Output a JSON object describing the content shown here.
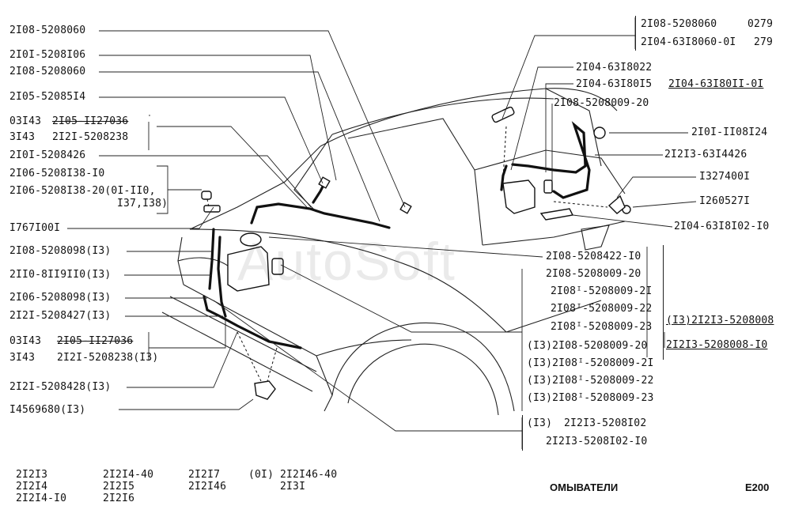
{
  "title": "ОМЫВАТЕЛИ",
  "page_code": "E200",
  "watermark": "AutoSoft",
  "left_labels": [
    {
      "id": "l1",
      "text": "2I08-5208060"
    },
    {
      "id": "l2",
      "text": "2I0I-5208I06"
    },
    {
      "id": "l3",
      "text": "2I08-5208060"
    },
    {
      "id": "l4",
      "text": "2I05-52085I4"
    },
    {
      "id": "l5a",
      "text": "03I43"
    },
    {
      "id": "l5b",
      "text": "2I05-II27036"
    },
    {
      "id": "l6a",
      "text": "3I43"
    },
    {
      "id": "l6b",
      "text": "2I2I-5208238"
    },
    {
      "id": "l7",
      "text": "2I0I-5208426"
    },
    {
      "id": "l8",
      "text": "2I06-5208I38-I0"
    },
    {
      "id": "l9",
      "text": "2I06-5208I38-20(0I-II0,"
    },
    {
      "id": "l9b",
      "text": "I37,I38)"
    },
    {
      "id": "l10",
      "text": "I767I00I"
    },
    {
      "id": "l11",
      "text": "2I08-5208098(I3)"
    },
    {
      "id": "l12",
      "text": "2II0-8II9II0(I3)"
    },
    {
      "id": "l13",
      "text": "2I06-5208098(I3)"
    },
    {
      "id": "l14",
      "text": "2I2I-5208427(I3)"
    },
    {
      "id": "l15a",
      "text": "03I43"
    },
    {
      "id": "l15b",
      "text": "2I05-II27036"
    },
    {
      "id": "l16a",
      "text": "3I43"
    },
    {
      "id": "l16b",
      "text": "2I2I-5208238(I3)"
    },
    {
      "id": "l17",
      "text": "2I2I-5208428(I3)"
    },
    {
      "id": "l18",
      "text": "I4569680(I3)"
    }
  ],
  "right_labels": [
    {
      "id": "r1a",
      "text": "2I08-5208060"
    },
    {
      "id": "r1b",
      "text": "0279"
    },
    {
      "id": "r2a",
      "text": "2I04-63I8060-0I"
    },
    {
      "id": "r2b",
      "text": "279"
    },
    {
      "id": "r3",
      "text": "2I04-63I8022"
    },
    {
      "id": "r4",
      "text": "2I04-63I80I5"
    },
    {
      "id": "r4b",
      "text": "2I04-63I80II-0I"
    },
    {
      "id": "r5",
      "text": "2I08-5208009-20"
    },
    {
      "id": "r6",
      "text": "2I0I-II08I24"
    },
    {
      "id": "r7",
      "text": "2I2I3-63I4426"
    },
    {
      "id": "r8",
      "text": "I327400I"
    },
    {
      "id": "r9",
      "text": "I260527I"
    },
    {
      "id": "r10",
      "text": "2I04-63I8I02-I0"
    },
    {
      "id": "r11",
      "text": "2I08-5208422-I0"
    },
    {
      "id": "r12",
      "text": "2I08-5208009-20"
    },
    {
      "id": "r13",
      "text": "2I08ᴵ-5208009-2I"
    },
    {
      "id": "r14",
      "text": "2I08ᴵ-5208009-22"
    },
    {
      "id": "r15",
      "text": "2I08ᴵ-5208009-23"
    },
    {
      "id": "r16",
      "text": "(I3)2I08-5208009-20"
    },
    {
      "id": "r17",
      "text": "(I3)2I08ᴵ-5208009-2I"
    },
    {
      "id": "r18",
      "text": "(I3)2I08ᴵ-5208009-22"
    },
    {
      "id": "r19",
      "text": "(I3)2I08ᴵ-5208009-23"
    },
    {
      "id": "r20",
      "text": "(I3)2I2I3-5208008"
    },
    {
      "id": "r21",
      "text": "2I2I3-5208008-I0"
    },
    {
      "id": "r22a",
      "text": "(I3)"
    },
    {
      "id": "r22b",
      "text": "2I2I3-5208I02"
    },
    {
      "id": "r23",
      "text": "2I2I3-5208I02-I0"
    }
  ],
  "models": [
    {
      "id": "m1",
      "text": "2I2I3"
    },
    {
      "id": "m2",
      "text": "2I2I4"
    },
    {
      "id": "m3",
      "text": "2I2I4-I0"
    },
    {
      "id": "m4",
      "text": "2I2I4-40"
    },
    {
      "id": "m5",
      "text": "2I2I5"
    },
    {
      "id": "m6",
      "text": "2I2I6"
    },
    {
      "id": "m7",
      "text": "2I2I7"
    },
    {
      "id": "m8",
      "text": "(0I)"
    },
    {
      "id": "m9",
      "text": "2I2I46"
    },
    {
      "id": "m10",
      "text": "2I2I46-40"
    },
    {
      "id": "m11",
      "text": "2I3I"
    }
  ]
}
